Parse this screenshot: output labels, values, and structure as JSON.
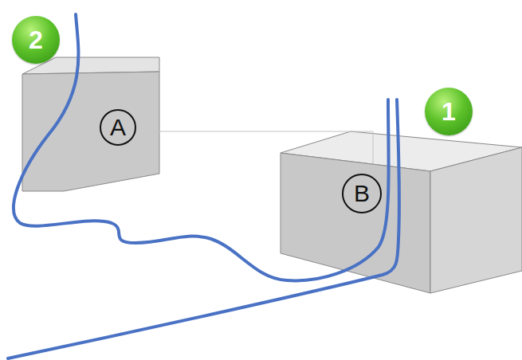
{
  "diagram": {
    "nodes": [
      {
        "text": [
          "2"
        ]
      },
      {
        "text": [
          "A"
        ]
      },
      {
        "text": [
          "1"
        ]
      },
      {
        "text": [
          "B"
        ]
      }
    ],
    "edges": [
      {
        "from": 1,
        "to": 3,
        "arrow": "none"
      }
    ]
  }
}
